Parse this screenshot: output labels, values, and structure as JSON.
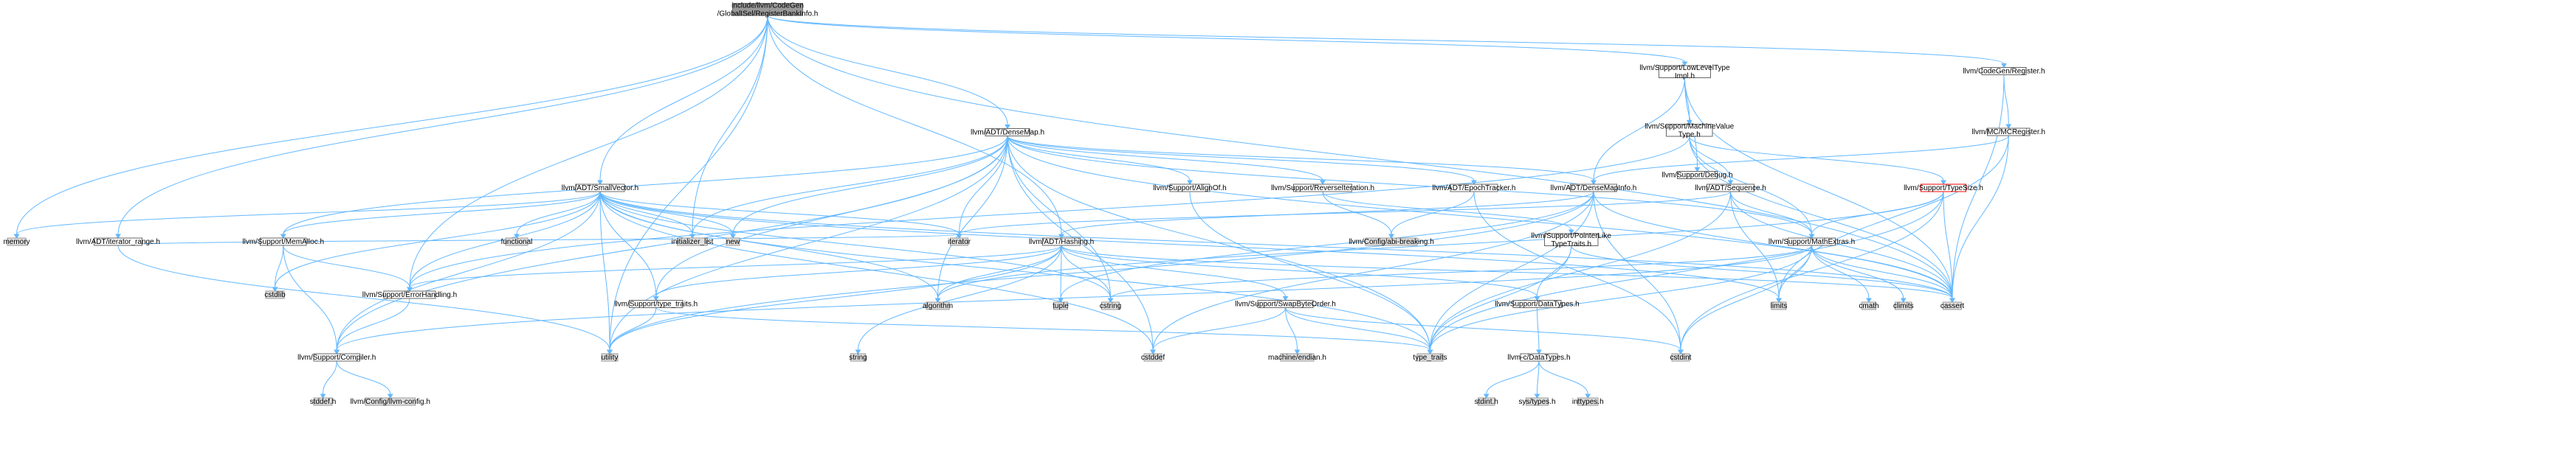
{
  "graph": {
    "nodes": [
      {
        "id": "root",
        "kind": "main",
        "lines": [
          "include/llvm/CodeGen",
          "/GlobalISel/RegisterBankInfo.h"
        ]
      },
      {
        "id": "lltimpl",
        "kind": "normal",
        "lines": [
          "llvm/Support/LowLevelType",
          "Impl.h"
        ]
      },
      {
        "id": "cgreg",
        "kind": "normal",
        "lines": [
          "llvm/CodeGen/Register.h"
        ]
      },
      {
        "id": "densemap",
        "kind": "normal",
        "lines": [
          "llvm/ADT/DenseMap.h"
        ]
      },
      {
        "id": "debug",
        "kind": "normal",
        "lines": [
          "llvm/Support/Debug.h"
        ]
      },
      {
        "id": "mvt",
        "kind": "normal",
        "lines": [
          "llvm/Support/MachineValue",
          "Type.h"
        ]
      },
      {
        "id": "mcreg",
        "kind": "normal",
        "lines": [
          "llvm/MC/MCRegister.h"
        ]
      },
      {
        "id": "smallvec",
        "kind": "normal",
        "lines": [
          "llvm/ADT/SmallVector.h"
        ]
      },
      {
        "id": "alignof",
        "kind": "normal",
        "lines": [
          "llvm/Support/AlignOf.h"
        ]
      },
      {
        "id": "reviter",
        "kind": "normal",
        "lines": [
          "llvm/Support/ReverseIteration.h"
        ]
      },
      {
        "id": "epoch",
        "kind": "normal",
        "lines": [
          "llvm/ADT/EpochTracker.h"
        ]
      },
      {
        "id": "dmi",
        "kind": "normal",
        "lines": [
          "llvm/ADT/DenseMapInfo.h"
        ]
      },
      {
        "id": "sequence",
        "kind": "normal",
        "lines": [
          "llvm/ADT/Sequence.h"
        ]
      },
      {
        "id": "typesize",
        "kind": "red",
        "lines": [
          "llvm/Support/TypeSize.h"
        ]
      },
      {
        "id": "memory",
        "kind": "sys",
        "lines": [
          "memory"
        ]
      },
      {
        "id": "iterrange",
        "kind": "normal",
        "lines": [
          "llvm/ADT/iterator_range.h"
        ]
      },
      {
        "id": "memalloc",
        "kind": "normal",
        "lines": [
          "llvm/Support/MemAlloc.h"
        ]
      },
      {
        "id": "functional",
        "kind": "sys",
        "lines": [
          "functional"
        ]
      },
      {
        "id": "initlist",
        "kind": "sys",
        "lines": [
          "initializer_list"
        ]
      },
      {
        "id": "new",
        "kind": "sys",
        "lines": [
          "new"
        ]
      },
      {
        "id": "iterator",
        "kind": "sys",
        "lines": [
          "iterator"
        ]
      },
      {
        "id": "hashing",
        "kind": "normal",
        "lines": [
          "llvm/ADT/Hashing.h"
        ]
      },
      {
        "id": "abibreak",
        "kind": "sys",
        "lines": [
          "llvm/Config/abi-breaking.h"
        ]
      },
      {
        "id": "ptrlike",
        "kind": "normal",
        "lines": [
          "llvm/Support/PointerLike",
          "TypeTraits.h"
        ]
      },
      {
        "id": "mathextras",
        "kind": "normal",
        "lines": [
          "llvm/Support/MathExtras.h"
        ]
      },
      {
        "id": "cstdlib",
        "kind": "sys",
        "lines": [
          "cstdlib"
        ]
      },
      {
        "id": "errhandling",
        "kind": "normal",
        "lines": [
          "llvm/Support/ErrorHandling.h"
        ]
      },
      {
        "id": "algorithm",
        "kind": "sys",
        "lines": [
          "algorithm"
        ]
      },
      {
        "id": "tuple",
        "kind": "sys",
        "lines": [
          "tuple"
        ]
      },
      {
        "id": "cstring",
        "kind": "sys",
        "lines": [
          "cstring"
        ]
      },
      {
        "id": "typetraitsh",
        "kind": "normal",
        "lines": [
          "llvm/Support/type_traits.h"
        ]
      },
      {
        "id": "swapbyte",
        "kind": "normal",
        "lines": [
          "llvm/Support/SwapByteOrder.h"
        ]
      },
      {
        "id": "datatypes",
        "kind": "normal",
        "lines": [
          "llvm/Support/DataTypes.h"
        ]
      },
      {
        "id": "limits",
        "kind": "sys",
        "lines": [
          "limits"
        ]
      },
      {
        "id": "cmath",
        "kind": "sys",
        "lines": [
          "cmath"
        ]
      },
      {
        "id": "climits",
        "kind": "sys",
        "lines": [
          "climits"
        ]
      },
      {
        "id": "cassert",
        "kind": "sys",
        "lines": [
          "cassert"
        ]
      },
      {
        "id": "compiler",
        "kind": "normal",
        "lines": [
          "llvm/Support/Compiler.h"
        ]
      },
      {
        "id": "utility",
        "kind": "sys",
        "lines": [
          "utility"
        ]
      },
      {
        "id": "string",
        "kind": "sys",
        "lines": [
          "string"
        ]
      },
      {
        "id": "cstddef",
        "kind": "sys",
        "lines": [
          "cstddef"
        ]
      },
      {
        "id": "endian",
        "kind": "sys",
        "lines": [
          "machine/endian.h"
        ]
      },
      {
        "id": "typetraits",
        "kind": "sys",
        "lines": [
          "type_traits"
        ]
      },
      {
        "id": "cdatatypes",
        "kind": "normal",
        "lines": [
          "llvm-c/DataTypes.h"
        ]
      },
      {
        "id": "cstdint",
        "kind": "sys",
        "lines": [
          "cstdint"
        ]
      },
      {
        "id": "stddef",
        "kind": "sys",
        "lines": [
          "stddef.h"
        ]
      },
      {
        "id": "llvmconfig",
        "kind": "sys",
        "lines": [
          "llvm/Config/llvm-config.h"
        ]
      },
      {
        "id": "stdint",
        "kind": "sys",
        "lines": [
          "stdint.h"
        ]
      },
      {
        "id": "systypes",
        "kind": "sys",
        "lines": [
          "sys/types.h"
        ]
      },
      {
        "id": "inttypes",
        "kind": "sys",
        "lines": [
          "inttypes.h"
        ]
      }
    ],
    "edges": [
      [
        "root",
        "lltimpl"
      ],
      [
        "root",
        "cgreg"
      ],
      [
        "root",
        "densemap"
      ],
      [
        "root",
        "smallvec"
      ],
      [
        "root",
        "memory"
      ],
      [
        "root",
        "iterrange"
      ],
      [
        "root",
        "hashing"
      ],
      [
        "root",
        "initlist"
      ],
      [
        "root",
        "errhandling"
      ],
      [
        "root",
        "cassert"
      ],
      [
        "root",
        "utility"
      ],
      [
        "lltimpl",
        "debug"
      ],
      [
        "lltimpl",
        "mvt"
      ],
      [
        "lltimpl",
        "dmi"
      ],
      [
        "lltimpl",
        "cassert"
      ],
      [
        "cgreg",
        "mcreg"
      ],
      [
        "cgreg",
        "cassert"
      ],
      [
        "mcreg",
        "dmi"
      ],
      [
        "mcreg",
        "limits"
      ],
      [
        "mcreg",
        "cassert"
      ],
      [
        "mvt",
        "sequence"
      ],
      [
        "mvt",
        "typesize"
      ],
      [
        "mvt",
        "mathextras"
      ],
      [
        "mvt",
        "errhandling"
      ],
      [
        "mvt",
        "cassert"
      ],
      [
        "densemap",
        "alignof"
      ],
      [
        "densemap",
        "reviter"
      ],
      [
        "densemap",
        "epoch"
      ],
      [
        "densemap",
        "dmi"
      ],
      [
        "densemap",
        "memalloc"
      ],
      [
        "densemap",
        "typetraitsh"
      ],
      [
        "densemap",
        "algorithm"
      ],
      [
        "densemap",
        "cassert"
      ],
      [
        "densemap",
        "cstddef"
      ],
      [
        "densemap",
        "cstring"
      ],
      [
        "densemap",
        "initlist"
      ],
      [
        "densemap",
        "iterator"
      ],
      [
        "densemap",
        "new"
      ],
      [
        "densemap",
        "typetraits"
      ],
      [
        "densemap",
        "utility"
      ],
      [
        "densemap",
        "mathextras"
      ],
      [
        "densemap",
        "compiler"
      ],
      [
        "smallvec",
        "compiler"
      ],
      [
        "smallvec",
        "typetraitsh"
      ],
      [
        "smallvec",
        "algorithm"
      ],
      [
        "smallvec",
        "cassert"
      ],
      [
        "smallvec",
        "cstddef"
      ],
      [
        "smallvec",
        "cstdlib"
      ],
      [
        "smallvec",
        "cstring"
      ],
      [
        "smallvec",
        "functional"
      ],
      [
        "smallvec",
        "initlist"
      ],
      [
        "smallvec",
        "iterator"
      ],
      [
        "smallvec",
        "limits"
      ],
      [
        "smallvec",
        "memory"
      ],
      [
        "smallvec",
        "new"
      ],
      [
        "smallvec",
        "typetraits"
      ],
      [
        "smallvec",
        "utility"
      ],
      [
        "smallvec",
        "memalloc"
      ],
      [
        "smallvec",
        "errhandling"
      ],
      [
        "alignof",
        "typetraits"
      ],
      [
        "reviter",
        "abibreak"
      ],
      [
        "reviter",
        "ptrlike"
      ],
      [
        "epoch",
        "abibreak"
      ],
      [
        "epoch",
        "cstdint"
      ],
      [
        "dmi",
        "hashing"
      ],
      [
        "dmi",
        "cassert"
      ],
      [
        "dmi",
        "cstddef"
      ],
      [
        "dmi",
        "cstdint"
      ],
      [
        "dmi",
        "tuple"
      ],
      [
        "dmi",
        "typetraits"
      ],
      [
        "dmi",
        "utility"
      ],
      [
        "sequence",
        "mathextras"
      ],
      [
        "sequence",
        "cassert"
      ],
      [
        "sequence",
        "iterator"
      ],
      [
        "sequence",
        "limits"
      ],
      [
        "sequence",
        "typetraits"
      ],
      [
        "typesize",
        "mathextras"
      ],
      [
        "typesize",
        "algorithm"
      ],
      [
        "typesize",
        "cassert"
      ],
      [
        "typesize",
        "cstdint"
      ],
      [
        "typesize",
        "typetraits"
      ],
      [
        "hashing",
        "errhandling"
      ],
      [
        "hashing",
        "swapbyte"
      ],
      [
        "hashing",
        "typetraitsh"
      ],
      [
        "hashing",
        "algorithm"
      ],
      [
        "hashing",
        "cassert"
      ],
      [
        "hashing",
        "cstring"
      ],
      [
        "hashing",
        "string"
      ],
      [
        "hashing",
        "tuple"
      ],
      [
        "hashing",
        "utility"
      ],
      [
        "hashing",
        "datatypes"
      ],
      [
        "ptrlike",
        "datatypes"
      ],
      [
        "ptrlike",
        "cassert"
      ],
      [
        "ptrlike",
        "typetraits"
      ],
      [
        "mathextras",
        "compiler"
      ],
      [
        "mathextras",
        "cassert"
      ],
      [
        "mathextras",
        "climits"
      ],
      [
        "mathextras",
        "cmath"
      ],
      [
        "mathextras",
        "cstdint"
      ],
      [
        "mathextras",
        "cstring"
      ],
      [
        "mathextras",
        "limits"
      ],
      [
        "mathextras",
        "typetraits"
      ],
      [
        "iterrange",
        "utility"
      ],
      [
        "iterrange",
        "iterator"
      ],
      [
        "memalloc",
        "compiler"
      ],
      [
        "memalloc",
        "errhandling"
      ],
      [
        "memalloc",
        "cstdlib"
      ],
      [
        "errhandling",
        "compiler"
      ],
      [
        "typetraitsh",
        "typetraits"
      ],
      [
        "typetraitsh",
        "utility"
      ],
      [
        "swapbyte",
        "cstddef"
      ],
      [
        "swapbyte",
        "cstdint"
      ],
      [
        "swapbyte",
        "typetraits"
      ],
      [
        "swapbyte",
        "endian"
      ],
      [
        "datatypes",
        "cdatatypes"
      ],
      [
        "cdatatypes",
        "stdint"
      ],
      [
        "cdatatypes",
        "systypes"
      ],
      [
        "cdatatypes",
        "inttypes"
      ],
      [
        "compiler",
        "stddef"
      ],
      [
        "compiler",
        "llvmconfig"
      ]
    ]
  }
}
